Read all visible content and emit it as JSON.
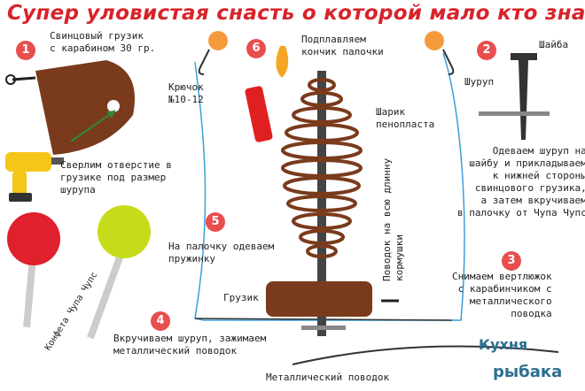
{
  "title": "Супер уловистая снасть о которой мало кто знает",
  "steps": [
    "1",
    "2",
    "3",
    "4",
    "5",
    "6"
  ],
  "labels": {
    "sinker": "Свинцовый грузик\nс карабином 30 гр.",
    "hook": "Крючок\n№10-12",
    "melt": "Подплавляем\nкончик палочки",
    "washer": "Шайба",
    "screw": "Шуруп",
    "foam": "Шарик\nпенопласта",
    "drill": "Сверлим отверстие в\nгрузике под размер\nшурупа",
    "screw_steps": "Одеваем шуруп на\nшайбу и прикладываем\nк нижней стороны\nсвинцового грузика,\nа затем вкручиваем\nв палочку от Чупа Чупс",
    "leash_length": "Поводок на всю длинну\nкормушки",
    "spring": "На палочку одеваем\nпружинку",
    "weight": "Грузик",
    "swivel": "Снимаем вертлюжок\nс карабинчиком с\nметаллического\nповодка",
    "screw_in": "Вкручиваем шуруп, зажимаем\nметаллический поводок",
    "lollipop": "Конфета Чупа Чупс",
    "metal_leash": "Металлический поводок"
  },
  "watermark": {
    "line1": "Кухня",
    "line2": "рыбака"
  },
  "colors": {
    "title": "#d8232a",
    "badge": "#e84e4e",
    "lead": "#7a3b1c",
    "line": "#3aa0d8",
    "foam": "#f59a3a"
  }
}
